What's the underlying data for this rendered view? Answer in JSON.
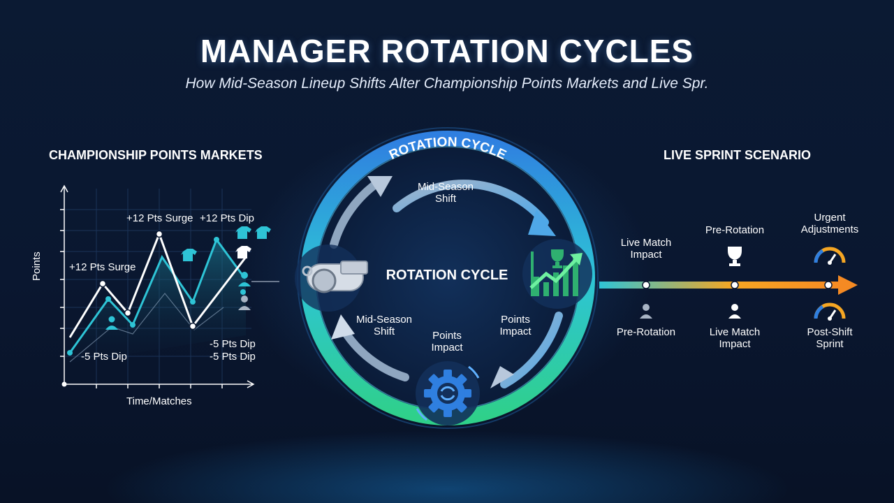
{
  "header": {
    "title": "MANAGER ROTATION CYCLES",
    "subtitle": "How Mid-Season Lineup Shifts Alter Championship Points Markets and Live Spr."
  },
  "left_panel": {
    "title": "CHAMPIONSHIP POINTS MARKETS",
    "y_axis_label": "Points",
    "x_axis_label": "Time/Matches",
    "annotations": {
      "surge_1": "+12 Pts Surge",
      "surge_2": "+12 Pts Surge",
      "dip_top": "+12 Pts Dip",
      "dip_1": "-5 Pts Dip",
      "dip_2": "-5 Pts Dip",
      "dip_3": "-5 Pts Dip"
    },
    "icons": [
      "jersey-icon",
      "person-icon"
    ]
  },
  "cycle": {
    "ring_label": "ROTATION CYCLE",
    "center_label": "ROTATION CYCLE",
    "top_label": "Mid-Season\nShift",
    "left_label": "Mid-Season\nShift",
    "right_label": "Points\nImpact",
    "bottom_label": "Points\nImpact",
    "icons": [
      "whistle-icon",
      "growth-chart-icon",
      "gear-icon",
      "trophy-icon"
    ]
  },
  "right_panel": {
    "title": "LIVE SPRINT SCENARIO",
    "top_labels": {
      "live_match": "Live Match\nImpact",
      "pre_rotation": "Pre-Rotation",
      "urgent": "Urgent\nAdjustments"
    },
    "bottom_labels": {
      "pre_rotation": "Pre-Rotation",
      "live_match": "Live Match\nImpact",
      "post_shift": "Post-Shift\nSprint"
    },
    "icons": [
      "person-icon",
      "trophy-icon",
      "speedometer-icon"
    ]
  },
  "colors": {
    "background": "#0a1730",
    "accent_cyan": "#2ec4d6",
    "accent_green": "#2fd08a",
    "accent_blue": "#2f7fe0",
    "accent_orange": "#f5a623"
  }
}
